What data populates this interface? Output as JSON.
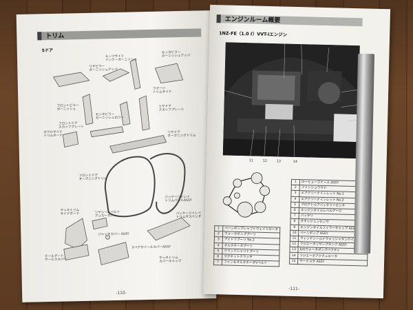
{
  "left_page": {
    "section_title": "トリム",
    "subsection": "5ドア",
    "page_number": "-110-",
    "labels": {
      "a": "ルーフサイド\nインナーガーニッシュ",
      "b": "センタピラー\nガーニッシュアッパ",
      "c": "リヤピラー\nガーニッシュアッパ",
      "d": "ラゲージ\nトリムサイド",
      "e": "フロントピラー\nガーニッシュ",
      "f": "センタピラー\nガーニッシュロワー",
      "g": "フロントドア\nスカッフプレート",
      "h": "リヤドア\nスカッフプレート",
      "i": "カウルサイド\nトリムボード",
      "j": "リヤドア\nオープニングトリム",
      "k": "フロントドア\nオープニングトリム",
      "l": "デッキトリム\nサイドボード",
      "m": "バッケージトレイ\nトリムパネルASSY",
      "n": "リヤシートベルト\nアンカーカバー",
      "o": "ジャッキカバー ASSY",
      "p": "テールゲート\nサービスカバー",
      "q": "スペアホイールカバーASSY",
      "r": "デッキトリム\nカバーキャップ",
      "s": "バッケージトレイ\nトリムサスペンダ"
    }
  },
  "right_page": {
    "section_title": "エンジンルーム概要",
    "engine_subtitle": "1NZ-FE（1.0 ℓ）VVT-iエンジン",
    "page_number": "-111-",
    "callouts_bottom": [
      "11",
      "12",
      "13",
      "14"
    ],
    "belt_table": [
      {
        "n": "1",
        "label": "ベーンポンプシャフトウェイトロータ"
      },
      {
        "n": "2",
        "label": "ウォータポンププーリ"
      },
      {
        "n": "3",
        "label": "アイドラプーリ No.2"
      },
      {
        "n": "4",
        "label": "オルタネータプーリ"
      },
      {
        "n": "5",
        "label": "クランクシャフトプーリ"
      },
      {
        "n": "6",
        "label": "マグネットクラッチ"
      },
      {
        "n": "7",
        "label": "ファン＆オルタネータVベルト"
      }
    ],
    "parts_table": [
      {
        "n": "1",
        "label": "ローヒューズケース ASSY"
      },
      {
        "n": "2",
        "label": "ファンシュラウド"
      },
      {
        "n": "3",
        "label": "エアクリーナインレット No.1"
      },
      {
        "n": "4",
        "label": "エアクリーナインレット No.2"
      },
      {
        "n": "5",
        "label": "ブロアトルアバッテリーセンサ"
      },
      {
        "n": "6",
        "label": "エンジンオイルレベルゲージ"
      },
      {
        "n": "7",
        "label": "バッテリ"
      },
      {
        "n": "8",
        "label": "オキシジェンセンサ"
      },
      {
        "n": "9",
        "label": "エンジンオイルフィラーキャップ ASSY"
      },
      {
        "n": "10",
        "label": "ベーンポンプ ASSY"
      },
      {
        "n": "11",
        "label": "ウィンドシールドウォッシャタンクインレット"
      },
      {
        "n": "12",
        "label": "ラジエータリザーブタンク ASSY"
      },
      {
        "n": "13",
        "label": "E/Gウォータポンプバラティ"
      },
      {
        "n": "14",
        "label": "ラジエータアクチュエータ"
      },
      {
        "n": "15",
        "label": "サーミスタ ASSY"
      }
    ]
  }
}
